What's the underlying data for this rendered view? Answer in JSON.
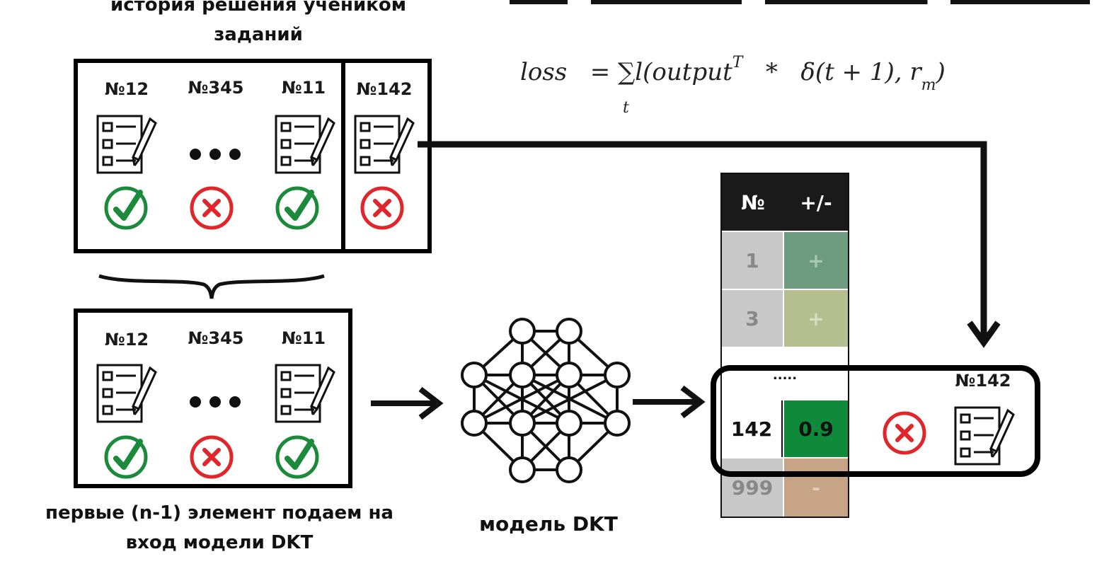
{
  "labels": {
    "history_line1": "история решения учеником",
    "history_line2": "заданий",
    "input_line1": "первые (n-1) элемент подаем на",
    "input_line2": "вход модели DKT",
    "model": "модель DKT"
  },
  "formula": {
    "lhs": "loss",
    "eq": "=",
    "sum": "∑",
    "sum_index": "t",
    "body": "l(output",
    "sup_T": "T",
    "times": "*",
    "delta": "δ(t + 1), r",
    "sub_m": "m",
    "close": ")"
  },
  "history_tasks": [
    {
      "id": "№12",
      "result": "correct"
    },
    {
      "id": "№345",
      "result": "wrong"
    },
    {
      "id": "№11",
      "result": "correct"
    }
  ],
  "target_task": {
    "id": "№142",
    "result": "wrong"
  },
  "input_tasks": [
    {
      "id": "№12",
      "result": "correct"
    },
    {
      "id": "№345",
      "result": "wrong"
    },
    {
      "id": "№11",
      "result": "correct"
    }
  ],
  "table": {
    "headers": [
      "№",
      "+/-"
    ],
    "rows": [
      {
        "num": "1",
        "val": "+",
        "color": "#6e9b7f"
      },
      {
        "num": "3",
        "val": "+",
        "color": "#b4be8e"
      },
      {
        "num": ".....",
        "val": "",
        "color": "#ffffff"
      },
      {
        "num": "142",
        "val": "0.9",
        "color": "#0f8a3a"
      },
      {
        "num": "999",
        "val": "-",
        "color": "#c8a486"
      }
    ]
  },
  "highlight_task": {
    "id": "№142",
    "result": "wrong"
  },
  "icons": {
    "task": "task-sheet-icon",
    "correct": "green-check-icon",
    "wrong": "red-x-icon",
    "ellipsis": "ellipsis-dots-icon",
    "network": "neural-network-icon",
    "brace": "curly-brace-icon",
    "arrow": "arrow-right-icon"
  },
  "colors": {
    "correct": "#1b8a3a",
    "wrong": "#e0262a",
    "header": "#1a1a1a",
    "gray_cell": "#c8c8c8"
  }
}
